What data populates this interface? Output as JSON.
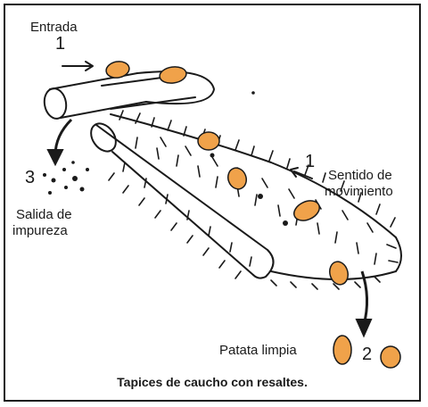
{
  "labels": {
    "entrada": "Entrada",
    "sentido_line1": "Sentido de",
    "sentido_line2": "movimiento",
    "salida_line1": "Salida de",
    "salida_line2": "impureza",
    "patata": "Patata limpia"
  },
  "numbers": {
    "n1_top": "1",
    "n1_mid": "1",
    "n2": "2",
    "n3": "3"
  },
  "caption": "Tapices de caucho con resaltes.",
  "colors": {
    "potato": "#f0a24a",
    "ink": "#1a1a1a",
    "background": "#ffffff"
  }
}
